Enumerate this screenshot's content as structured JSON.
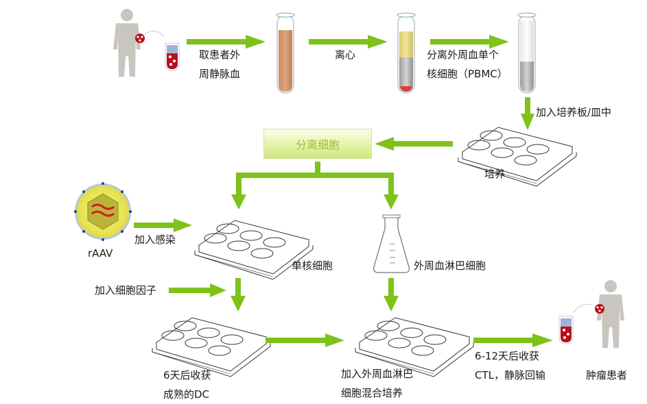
{
  "diagram": {
    "title": "rAAV-DC-CTL immunotherapy workflow",
    "colors": {
      "arrow": "#7ec21a",
      "box_text": "#9dbb46",
      "figure": "#c9c6c0"
    },
    "labels": {
      "draw_blood_1": "取患者外",
      "draw_blood_2": "周静脉血",
      "centrifuge": "离心",
      "pbmc_1": "分离外周血单个",
      "pbmc_2": "核细胞（PBMC）",
      "add_to_plate": "加入培养板/皿中",
      "culture": "培养",
      "separate_cells": "分离细胞",
      "infect": "加入感染",
      "raav": "rAAV",
      "monocytes": "单核细胞",
      "lymphocytes": "外周血淋巴细胞",
      "add_cytokines": "加入细胞因子",
      "dc_1": "6天后收获",
      "dc_2": "成熟的DC",
      "coculture_1": "加入外周血淋巴",
      "coculture_2": "细胞混合培养",
      "ctl_1": "6-12天后收获",
      "ctl_2": "CTL，静脉回输",
      "patient": "肿瘤患者"
    },
    "icons": [
      "patient-figure",
      "blood-tube",
      "whole-blood-test-tube",
      "centrifuged-test-tube",
      "pbmc-test-tube",
      "six-well-plate",
      "raav-virus",
      "erlenmeyer-flask"
    ]
  }
}
